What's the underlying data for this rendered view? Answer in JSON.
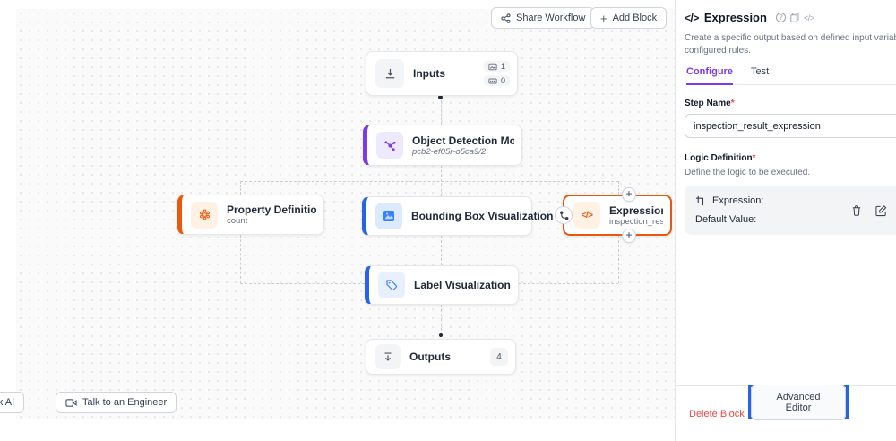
{
  "toolbar": {
    "share_label": "Share Workflow",
    "add_block_label": "Add Block",
    "plus_icon": "+"
  },
  "nodes": {
    "inputs": {
      "title": "Inputs",
      "images_count": "1",
      "params_count": "0"
    },
    "object_detection_model": {
      "title": "Object Detection Model",
      "subtitle": "pcb2-ef05r-o5ca9/2"
    },
    "property_definition": {
      "title": "Property Definition",
      "subtitle": "count"
    },
    "bounding_box_visualization": {
      "title": "Bounding Box Visualization"
    },
    "expression": {
      "title": "Expression",
      "subtitle": "inspection_result_expression",
      "plus": "+"
    },
    "label_visualization": {
      "title": "Label Visualization"
    },
    "outputs": {
      "title": "Outputs",
      "count": "4"
    }
  },
  "canvas_footer": {
    "ask_ai_label": "Ask AI",
    "talk_to_engineer_label": "Talk to an Engineer"
  },
  "panel": {
    "title": "Expression",
    "code_glyph": "</>",
    "description": "Create a specific output based on defined input variables and configured rules.",
    "tabs": {
      "configure": "Configure",
      "test": "Test"
    },
    "step_name": {
      "label": "Step Name",
      "required": "*",
      "value": "inspection_result_expression"
    },
    "logic": {
      "label": "Logic Definition",
      "required": "*",
      "hint": "Define the logic to be executed.",
      "expression_label": "Expression:",
      "default_value_label": "Default Value:"
    },
    "footer": {
      "delete_label": "Delete Block",
      "advanced_label": "Advanced Editor"
    }
  },
  "colors": {
    "accent_purple": "#7c3aed",
    "accent_orange": "#ea580c",
    "accent_blue": "#2563eb",
    "danger": "#ef4444",
    "highlight": "#2563eb"
  }
}
